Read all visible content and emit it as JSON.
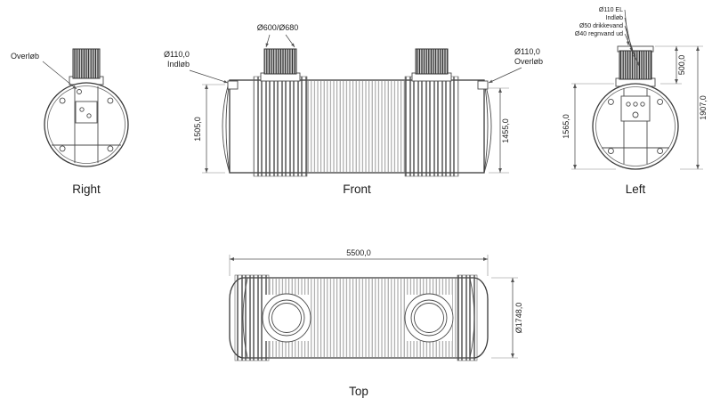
{
  "drawing": {
    "views": {
      "right": {
        "label": "Right",
        "callout_overlob": "Overløb"
      },
      "front": {
        "label": "Front",
        "callout_cap": "Ø600/Ø680",
        "inlet_dia": "Ø110,0",
        "inlet_name": "Indløb",
        "overflow_dia": "Ø110,0",
        "overflow_name": "Overløb",
        "dim_left_height": "1505,0",
        "dim_right_height": "1455,0"
      },
      "left": {
        "label": "Left",
        "callout_el": "Ø110 EL",
        "callout_indlob": "Indløb",
        "callout_drikkevand": "Ø50 drikkevand",
        "callout_regnvand": "Ø40 regnvand ud",
        "dim_cap_height": "500,0",
        "dim_tank_height": "1565,0",
        "dim_total_height": "1907,0"
      },
      "top": {
        "label": "Top",
        "dim_length": "5500,0",
        "dim_diameter": "Ø1748,0"
      }
    },
    "colors": {
      "line": "#3a3a3a",
      "text": "#1c1c1c",
      "background": "#ffffff"
    }
  }
}
